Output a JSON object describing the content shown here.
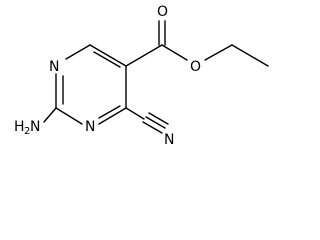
{
  "molecule": {
    "atoms": {
      "ring_n_top": "N",
      "ring_n_bottom": "N",
      "carbonyl_o": "O",
      "ester_o": "O",
      "amine_h": "H",
      "amine_sub": "2",
      "amine_n": "N",
      "nitrile_n": "N"
    }
  },
  "colors": {
    "bond": "#000000",
    "label": "#000000",
    "background": "#ffffff"
  }
}
